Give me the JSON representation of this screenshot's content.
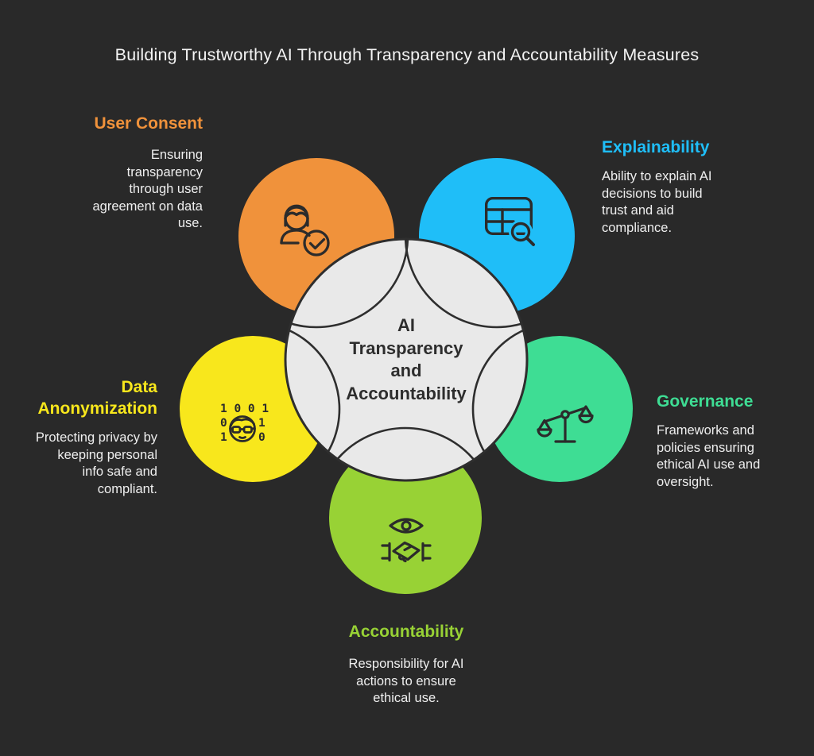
{
  "title": "Building Trustworthy AI Through Transparency and Accountability Measures",
  "center": {
    "label": "AI\nTransparency\nand\nAccountability"
  },
  "canvas": {
    "background": "#292929",
    "center_circle_fill": "#E9E9E9",
    "outline_color": "#2E2E2E",
    "icon_color": "#2B2B2B",
    "body_text_color": "#EFEFEF"
  },
  "sections": {
    "user_consent": {
      "title": "User Consent",
      "description": "Ensuring\ntransparency\nthrough user\nagreement on data\nuse.",
      "color": "#F0923B",
      "icon": "person-check-icon"
    },
    "explainability": {
      "title": "Explainability",
      "description": "Ability to explain AI\ndecisions to build\ntrust and aid\ncompliance.",
      "color": "#1FBEF8",
      "icon": "table-search-icon"
    },
    "data_anonymization": {
      "title": "Data\nAnonymization",
      "description": "Protecting privacy by\nkeeping personal\ninfo safe and\ncompliant.",
      "color": "#F8E71C",
      "icon": "anonymous-face-icon",
      "icon_digits": {
        "row1": "1 0 0 1",
        "row2_left": "0",
        "row2_right": "1",
        "row3_left": "1",
        "row3_right": "0"
      }
    },
    "governance": {
      "title": "Governance",
      "description": "Frameworks and\npolicies ensuring\nethical AI use and\noversight.",
      "color": "#3EDD94",
      "icon": "balance-scale-icon"
    },
    "accountability": {
      "title": "Accountability",
      "description": "Responsibility for AI\nactions to ensure\nethical use.",
      "color": "#98D235",
      "icon": "eye-handshake-icon"
    }
  }
}
